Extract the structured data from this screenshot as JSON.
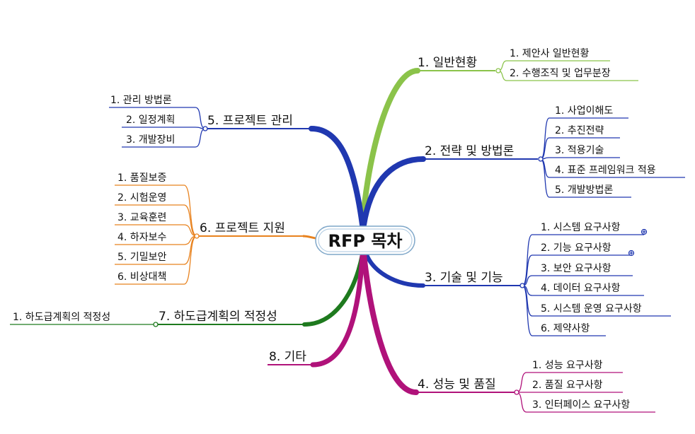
{
  "center": {
    "title": "RFP 목차"
  },
  "branches": [
    {
      "label": "1. 일반현황",
      "color": "#8BC34A",
      "children": [
        "1. 제안사 일반현황",
        "2. 수행조직 및 업무분장"
      ]
    },
    {
      "label": "2. 전략 및 방법론",
      "color": "#2038B0",
      "children": [
        "1. 사업이해도",
        "2. 추진전략",
        "3. 적용기술",
        "4. 표준 프레임워크 적용",
        "5. 개발방법론"
      ]
    },
    {
      "label": "3. 기술 및 기능",
      "color": "#2038B0",
      "children": [
        "1. 시스템 요구사항",
        "2. 기능 요구사항",
        "3. 보안 요구사항",
        "4. 데이터 요구사항",
        "5. 시스템 운영 요구사항",
        "6. 제약사항"
      ]
    },
    {
      "label": "4. 성능 및 품질",
      "color": "#B0127A",
      "children": [
        "1. 성능 요구사항",
        "2. 품질 요구사항",
        "3. 인터페이스 요구사항"
      ]
    },
    {
      "label": "5. 프로젝트 관리",
      "color": "#2038B0",
      "children": [
        "1. 관리 방법론",
        "2. 일정계획",
        "3. 개발장비"
      ]
    },
    {
      "label": "6. 프로젝트 지원",
      "color": "#E8821E",
      "children": [
        "1. 품질보증",
        "2. 시험운영",
        "3. 교육훈련",
        "4. 하자보수",
        "5. 기밀보안",
        "6. 비상대책"
      ]
    },
    {
      "label": "7. 하도급계획의 적정성",
      "color": "#1E7A1E",
      "children": [
        "1. 하도급계획의 적정성"
      ]
    },
    {
      "label": "8. 기타",
      "color": "#B0127A",
      "children": []
    }
  ]
}
